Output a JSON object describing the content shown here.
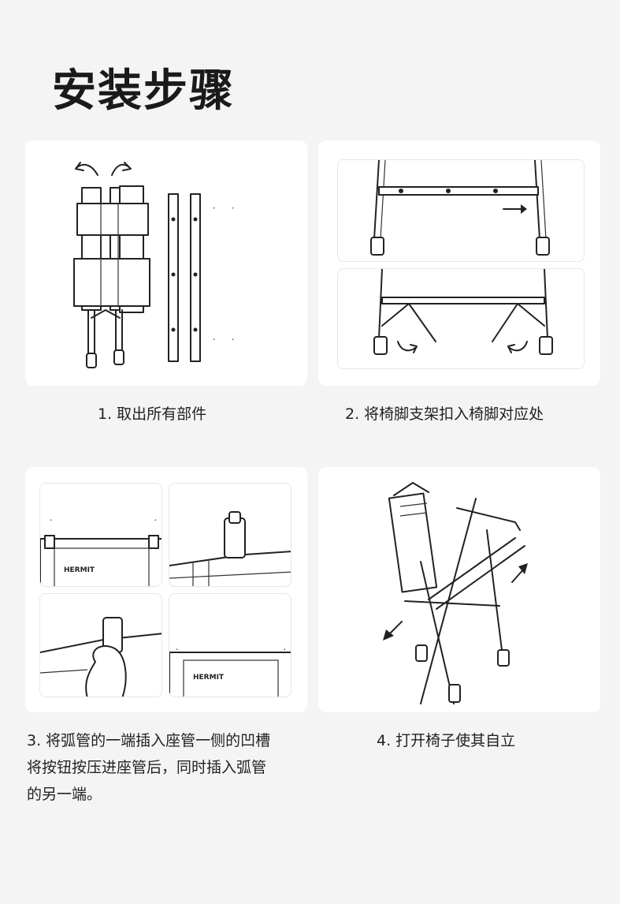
{
  "title": "安装步骤",
  "steps": [
    {
      "caption": "1. 取出所有部件"
    },
    {
      "caption": "2. 将椅脚支架扣入椅脚对应处"
    },
    {
      "caption_lines": [
        "3. 将弧管的一端插入座管一侧的凹槽",
        "将按钮按压进座管后，同时插入弧管",
        "的另一端。"
      ]
    },
    {
      "caption": "4. 打开椅子使其自立"
    }
  ],
  "brand_label": "HERMIT",
  "colors": {
    "background": "#f4f4f4",
    "card": "#ffffff",
    "line": "#222222"
  },
  "icons": [
    "curved-arrow-icon",
    "straight-arrow-icon"
  ]
}
